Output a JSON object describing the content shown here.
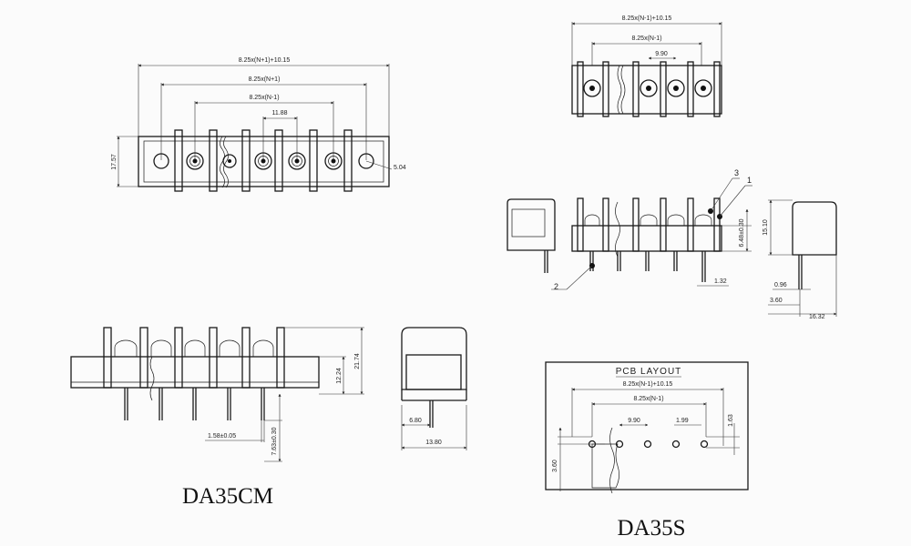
{
  "left": {
    "title": "DA35CM",
    "top_view": {
      "overall": "8.25x(N+1)+10.15",
      "holes": "8.25x(N+1)",
      "pitch_total": "8.25x(N-1)",
      "pitch": "11.88",
      "height": "17.57",
      "hole_dia": "5.04"
    },
    "side_view": {
      "height_total": "21.74",
      "height_body": "12.24",
      "pin": "1.58±0.05",
      "pin_len": "7.63±0.30"
    },
    "end_view": {
      "offset": "6.80",
      "width": "13.80"
    }
  },
  "right": {
    "title": "DA35S",
    "top_view": {
      "overall": "8.25x(N-1)+10.15",
      "pitch_total": "8.25x(N-1)",
      "pitch": "9.90"
    },
    "front_view": {
      "callout_1": "1",
      "callout_2": "2",
      "callout_3": "3",
      "pin_len": "6.48±0.30",
      "pin_w": "1.32"
    },
    "end_view": {
      "height": "15.10",
      "pin_w": "0.96",
      "offset": "3.60",
      "depth": "16.32"
    },
    "pcb_layout": {
      "title": "PCB LAYOUT",
      "overall": "8.25x(N-1)+10.15",
      "pitch_total": "8.25x(N-1)",
      "pitch": "9.90",
      "hole": "1.99",
      "row": "1.63",
      "edge": "3.60"
    }
  }
}
